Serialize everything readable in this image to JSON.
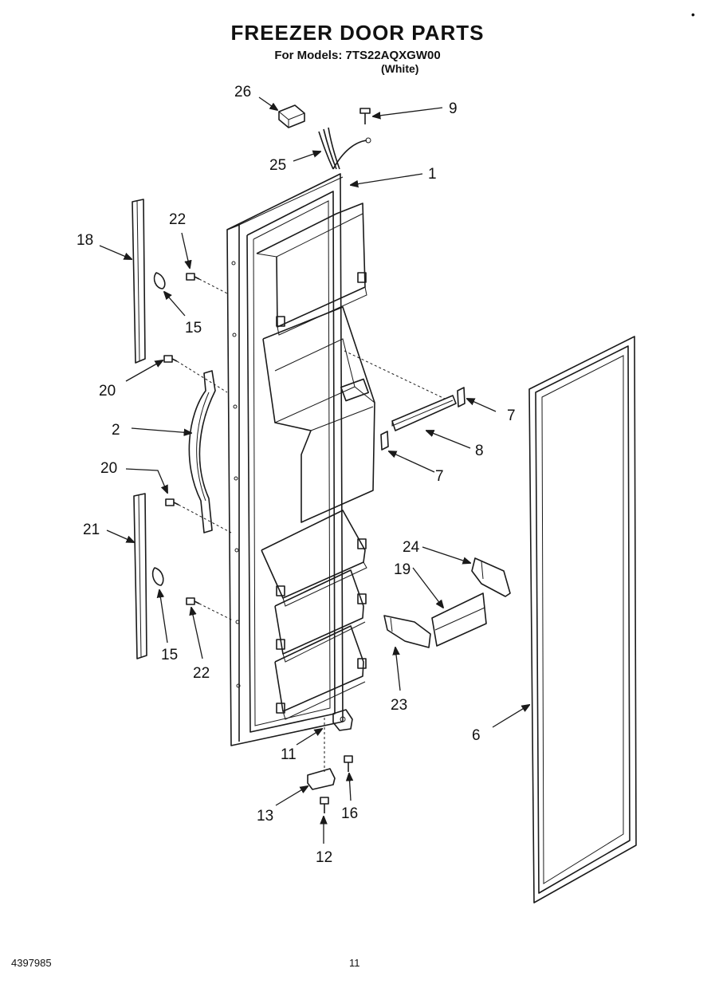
{
  "header": {
    "title": "FREEZER DOOR PARTS",
    "subtitle": "For Models: 7TS22AQXGW00",
    "variant": "(White)"
  },
  "footer": {
    "doc_number": "4397985",
    "page_number": "11"
  },
  "corner_mark": "•",
  "callouts": {
    "c1": "1",
    "c2": "2",
    "c6": "6",
    "c7a": "7",
    "c7b": "7",
    "c8": "8",
    "c9": "9",
    "c11": "11",
    "c12": "12",
    "c13": "13",
    "c15a": "15",
    "c15b": "15",
    "c16": "16",
    "c18": "18",
    "c19": "19",
    "c20a": "20",
    "c20b": "20",
    "c21": "21",
    "c22a": "22",
    "c22b": "22",
    "c23": "23",
    "c24": "24",
    "c25": "25",
    "c26": "26"
  }
}
